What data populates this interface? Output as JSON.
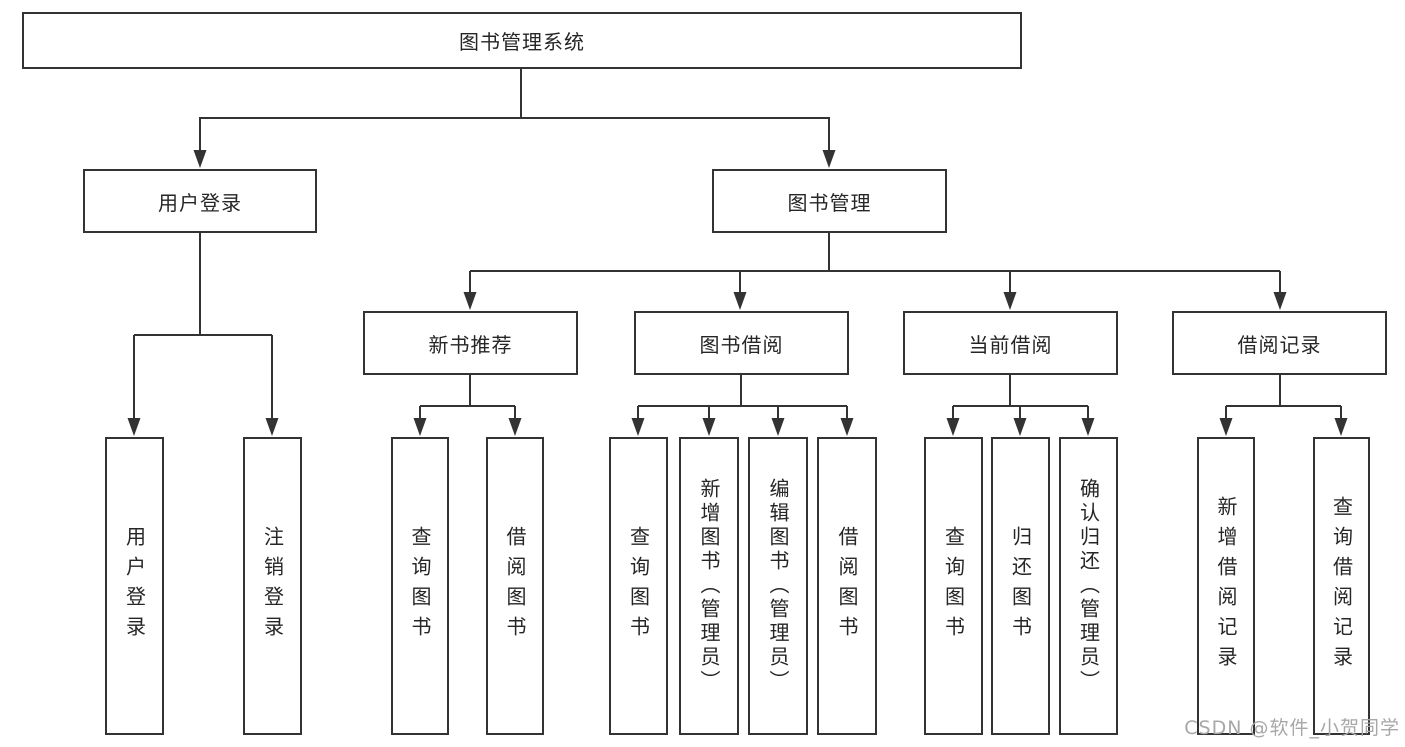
{
  "colors": {
    "line": "#333333",
    "box_border": "#333333",
    "text": "#262626",
    "background": "#ffffff",
    "watermark": "#a8a8a8"
  },
  "watermark": "CSDN @软件_小贺同学",
  "tree": {
    "root": {
      "label": "图书管理系统",
      "children": [
        {
          "label": "用户登录",
          "children": [
            {
              "label": "用户登录"
            },
            {
              "label": "注销登录"
            }
          ]
        },
        {
          "label": "图书管理",
          "children": [
            {
              "label": "新书推荐",
              "children": [
                {
                  "label": "查询图书"
                },
                {
                  "label": "借阅图书"
                }
              ]
            },
            {
              "label": "图书借阅",
              "children": [
                {
                  "label": "查询图书"
                },
                {
                  "label": "新增图书（管理员）"
                },
                {
                  "label": "编辑图书（管理员）"
                },
                {
                  "label": "借阅图书"
                }
              ]
            },
            {
              "label": "当前借阅",
              "children": [
                {
                  "label": "查询图书"
                },
                {
                  "label": "归还图书"
                },
                {
                  "label": "确认归还（管理员）"
                }
              ]
            },
            {
              "label": "借阅记录",
              "children": [
                {
                  "label": "新增借阅记录"
                },
                {
                  "label": "查询借阅记录"
                }
              ]
            }
          ]
        }
      ]
    }
  }
}
